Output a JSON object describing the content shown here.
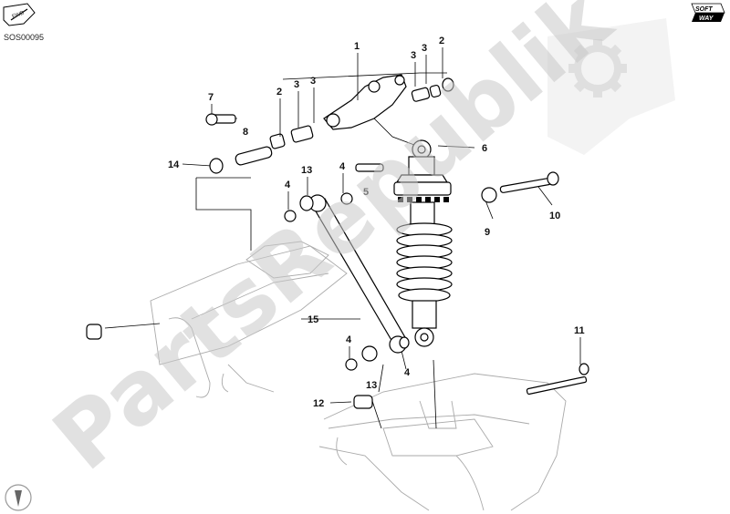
{
  "drawing_code": "SOS00095",
  "corner_logo": [
    "SOFT",
    "WAY"
  ],
  "front_arrow_text": "FWD",
  "watermark": "PartsRepublik",
  "callouts": [
    {
      "id": "c1",
      "text": "1"
    },
    {
      "id": "c2a",
      "text": "2"
    },
    {
      "id": "c2b",
      "text": "2"
    },
    {
      "id": "c3a",
      "text": "3"
    },
    {
      "id": "c3b",
      "text": "3"
    },
    {
      "id": "c3c",
      "text": "3"
    },
    {
      "id": "c3d",
      "text": "3"
    },
    {
      "id": "c4a",
      "text": "4"
    },
    {
      "id": "c4b",
      "text": "4"
    },
    {
      "id": "c4c",
      "text": "4"
    },
    {
      "id": "c4d",
      "text": "4"
    },
    {
      "id": "c5",
      "text": "5"
    },
    {
      "id": "c6",
      "text": "6"
    },
    {
      "id": "c7",
      "text": "7"
    },
    {
      "id": "c8",
      "text": "8"
    },
    {
      "id": "c9",
      "text": "9"
    },
    {
      "id": "c10",
      "text": "10"
    },
    {
      "id": "c11",
      "text": "11"
    },
    {
      "id": "c12",
      "text": "12"
    },
    {
      "id": "c13a",
      "text": "13"
    },
    {
      "id": "c13b",
      "text": "13"
    },
    {
      "id": "c14",
      "text": "14"
    },
    {
      "id": "c15",
      "text": "15"
    }
  ]
}
